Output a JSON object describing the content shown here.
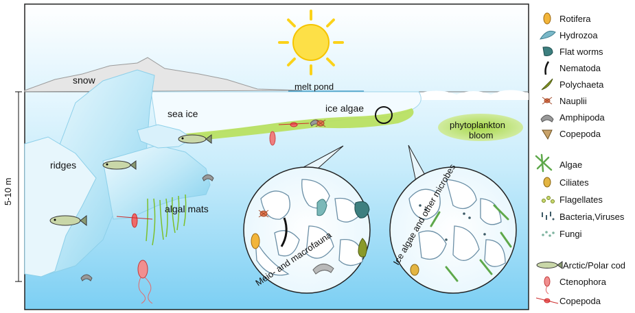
{
  "scene": {
    "labels": {
      "snow": "snow",
      "melt_pond": "melt pond",
      "sea_ice": "sea ice",
      "ice_algae": "ice algae",
      "phytoplankton": "phytoplankton",
      "bloom": "bloom",
      "ridges": "ridges",
      "algal_mats": "algal mats",
      "depth": "5-10 m"
    },
    "insets": {
      "fauna": "Meio- and macrofauna",
      "microbes": "Ice algae and other microbes"
    },
    "colors": {
      "water_top": "#cfeefc",
      "water_bottom": "#7fd0f3",
      "ice": "#bfe6f5",
      "sun": "#fde047",
      "melt_pond": "#1ea0db",
      "algae": "#9bd33a"
    }
  },
  "legend": {
    "items": [
      {
        "label": "Rotifera",
        "icon": "rotifera-icon"
      },
      {
        "label": "Hydrozoa",
        "icon": "hydrozoa-icon"
      },
      {
        "label": "Flat worms",
        "icon": "flatworm-icon"
      },
      {
        "label": "Nematoda",
        "icon": "nematoda-icon"
      },
      {
        "label": "Polychaeta",
        "icon": "polychaeta-icon"
      },
      {
        "label": "Nauplii",
        "icon": "nauplii-icon"
      },
      {
        "label": "Amphipoda",
        "icon": "amphipoda-icon"
      },
      {
        "label": "Copepoda",
        "icon": "copepoda-icon"
      },
      {
        "label": "Algae",
        "icon": "algae-icon"
      },
      {
        "label": "Ciliates",
        "icon": "ciliates-icon"
      },
      {
        "label": "Flagellates",
        "icon": "flagellates-icon"
      },
      {
        "label": "Bacteria,Viruses",
        "icon": "bacteria-viruses-icon"
      },
      {
        "label": "Fungi",
        "icon": "fungi-icon"
      },
      {
        "label": "Arctic/Polar cod",
        "icon": "cod-icon"
      },
      {
        "label": "Ctenophora",
        "icon": "ctenophora-icon"
      },
      {
        "label": "Copepoda",
        "icon": "pelagic-copepoda-icon"
      }
    ]
  }
}
